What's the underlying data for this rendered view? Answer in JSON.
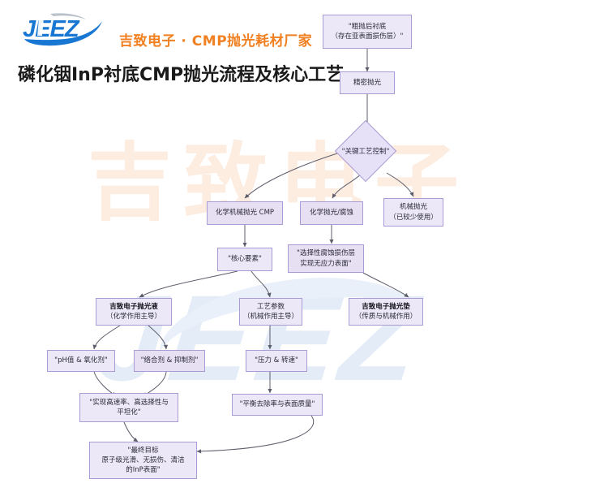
{
  "header": {
    "logo_icon": "jeez-logo",
    "logo_text": "JEEZ",
    "brand_text": "吉致电子 · CMP抛光耗材厂家",
    "page_title": "磷化铟InP衬底CMP抛光流程及核心工艺",
    "brand_color": "#f08021",
    "logo_color": "#1777d2"
  },
  "watermark": {
    "orange_text": "吉致电子",
    "orange_color": "#fdece0",
    "blue_text": "JEEZ",
    "blue_color": "#e4ecf8"
  },
  "diagram": {
    "node_fill": "#ece8f8",
    "node_fill_tinted": "#e7dff2",
    "node_border": "#a89bd6",
    "edge_color": "#5c5c6b",
    "nodes": [
      {
        "id": "n1",
        "lines": [
          "\"粗抛后衬底",
          "（存在亚表面损伤层）\""
        ]
      },
      {
        "id": "n2",
        "lines": [
          "精密抛光"
        ]
      },
      {
        "id": "n3",
        "lines": [
          "\"关键工艺控制\""
        ],
        "shape": "diamond"
      },
      {
        "id": "n4",
        "lines": [
          "化学机械抛光 CMP"
        ]
      },
      {
        "id": "n5",
        "lines": [
          "化学抛光/腐蚀"
        ]
      },
      {
        "id": "n6",
        "lines": [
          "机械抛光",
          "（已较少使用）"
        ]
      },
      {
        "id": "n7",
        "lines": [
          "\"核心要素\""
        ]
      },
      {
        "id": "n8",
        "lines": [
          "\"选择性腐蚀损伤层",
          "实现无应力表面\""
        ]
      },
      {
        "id": "n9",
        "lines": [
          "吉致电子抛光液",
          "（化学作用主导）"
        ]
      },
      {
        "id": "n10",
        "lines": [
          "工艺参数",
          "（机械作用主导）"
        ]
      },
      {
        "id": "n11",
        "lines": [
          "吉致电子抛光垫",
          "（传质与机械作用）"
        ]
      },
      {
        "id": "n12",
        "lines": [
          "\"pH值 & 氧化剂\""
        ]
      },
      {
        "id": "n13",
        "lines": [
          "\"络合剂 & 抑制剂\""
        ]
      },
      {
        "id": "n14",
        "lines": [
          "\"压力 & 转速\""
        ]
      },
      {
        "id": "n15",
        "lines": [
          "\"实现高速率、高选择性与",
          "平坦化\""
        ]
      },
      {
        "id": "n16",
        "lines": [
          "\"平衡去除率与表面质量\""
        ]
      },
      {
        "id": "n17",
        "lines": [
          "\"最终目标",
          "原子级光滑、无损伤、清洁",
          "的InP表面\""
        ]
      }
    ],
    "edges": [
      {
        "from": "n1",
        "to": "n2"
      },
      {
        "from": "n2",
        "to": "n3"
      },
      {
        "from": "n3",
        "to": "n4"
      },
      {
        "from": "n3",
        "to": "n5"
      },
      {
        "from": "n3",
        "to": "n6"
      },
      {
        "from": "n4",
        "to": "n7"
      },
      {
        "from": "n5",
        "to": "n8"
      },
      {
        "from": "n7",
        "to": "n9"
      },
      {
        "from": "n7",
        "to": "n10"
      },
      {
        "from": "n8",
        "to": "n11"
      },
      {
        "from": "n9",
        "to": "n12"
      },
      {
        "from": "n9",
        "to": "n13"
      },
      {
        "from": "n10",
        "to": "n14"
      },
      {
        "from": "n12",
        "to": "n15"
      },
      {
        "from": "n13",
        "to": "n15"
      },
      {
        "from": "n14",
        "to": "n16"
      },
      {
        "from": "n15",
        "to": "n17"
      },
      {
        "from": "n16",
        "to": "n17"
      }
    ]
  }
}
